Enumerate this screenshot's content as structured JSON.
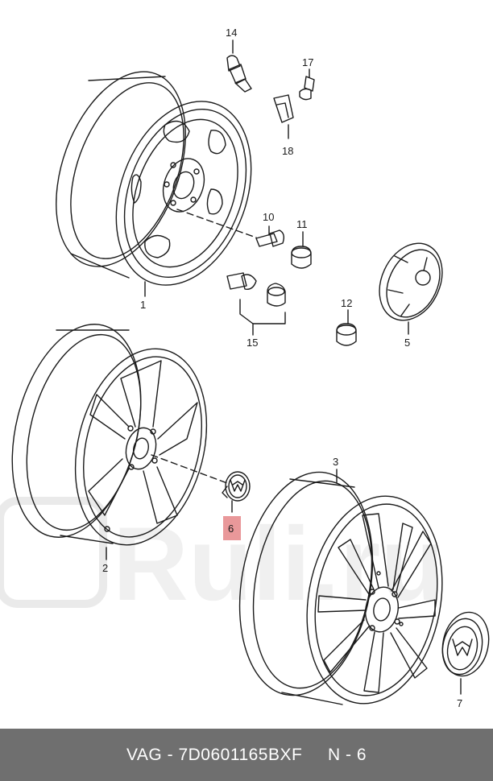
{
  "callouts": {
    "c1": "1",
    "c2": "2",
    "c3": "3",
    "c5": "5",
    "c6": "6",
    "c7": "7",
    "c10": "10",
    "c11": "11",
    "c12": "12",
    "c14": "14",
    "c15": "15",
    "c17": "17",
    "c18": "18"
  },
  "watermark": {
    "text": "Ruli.ru"
  },
  "footer": {
    "brand": "VAG",
    "separator": " - ",
    "part_number": "7D0601165BXF",
    "position": "N - 6"
  },
  "colors": {
    "highlight": "#e9989a",
    "footer_bg": "#6f6f6f",
    "line": "#1a1a1a",
    "watermark": "#ececec"
  }
}
